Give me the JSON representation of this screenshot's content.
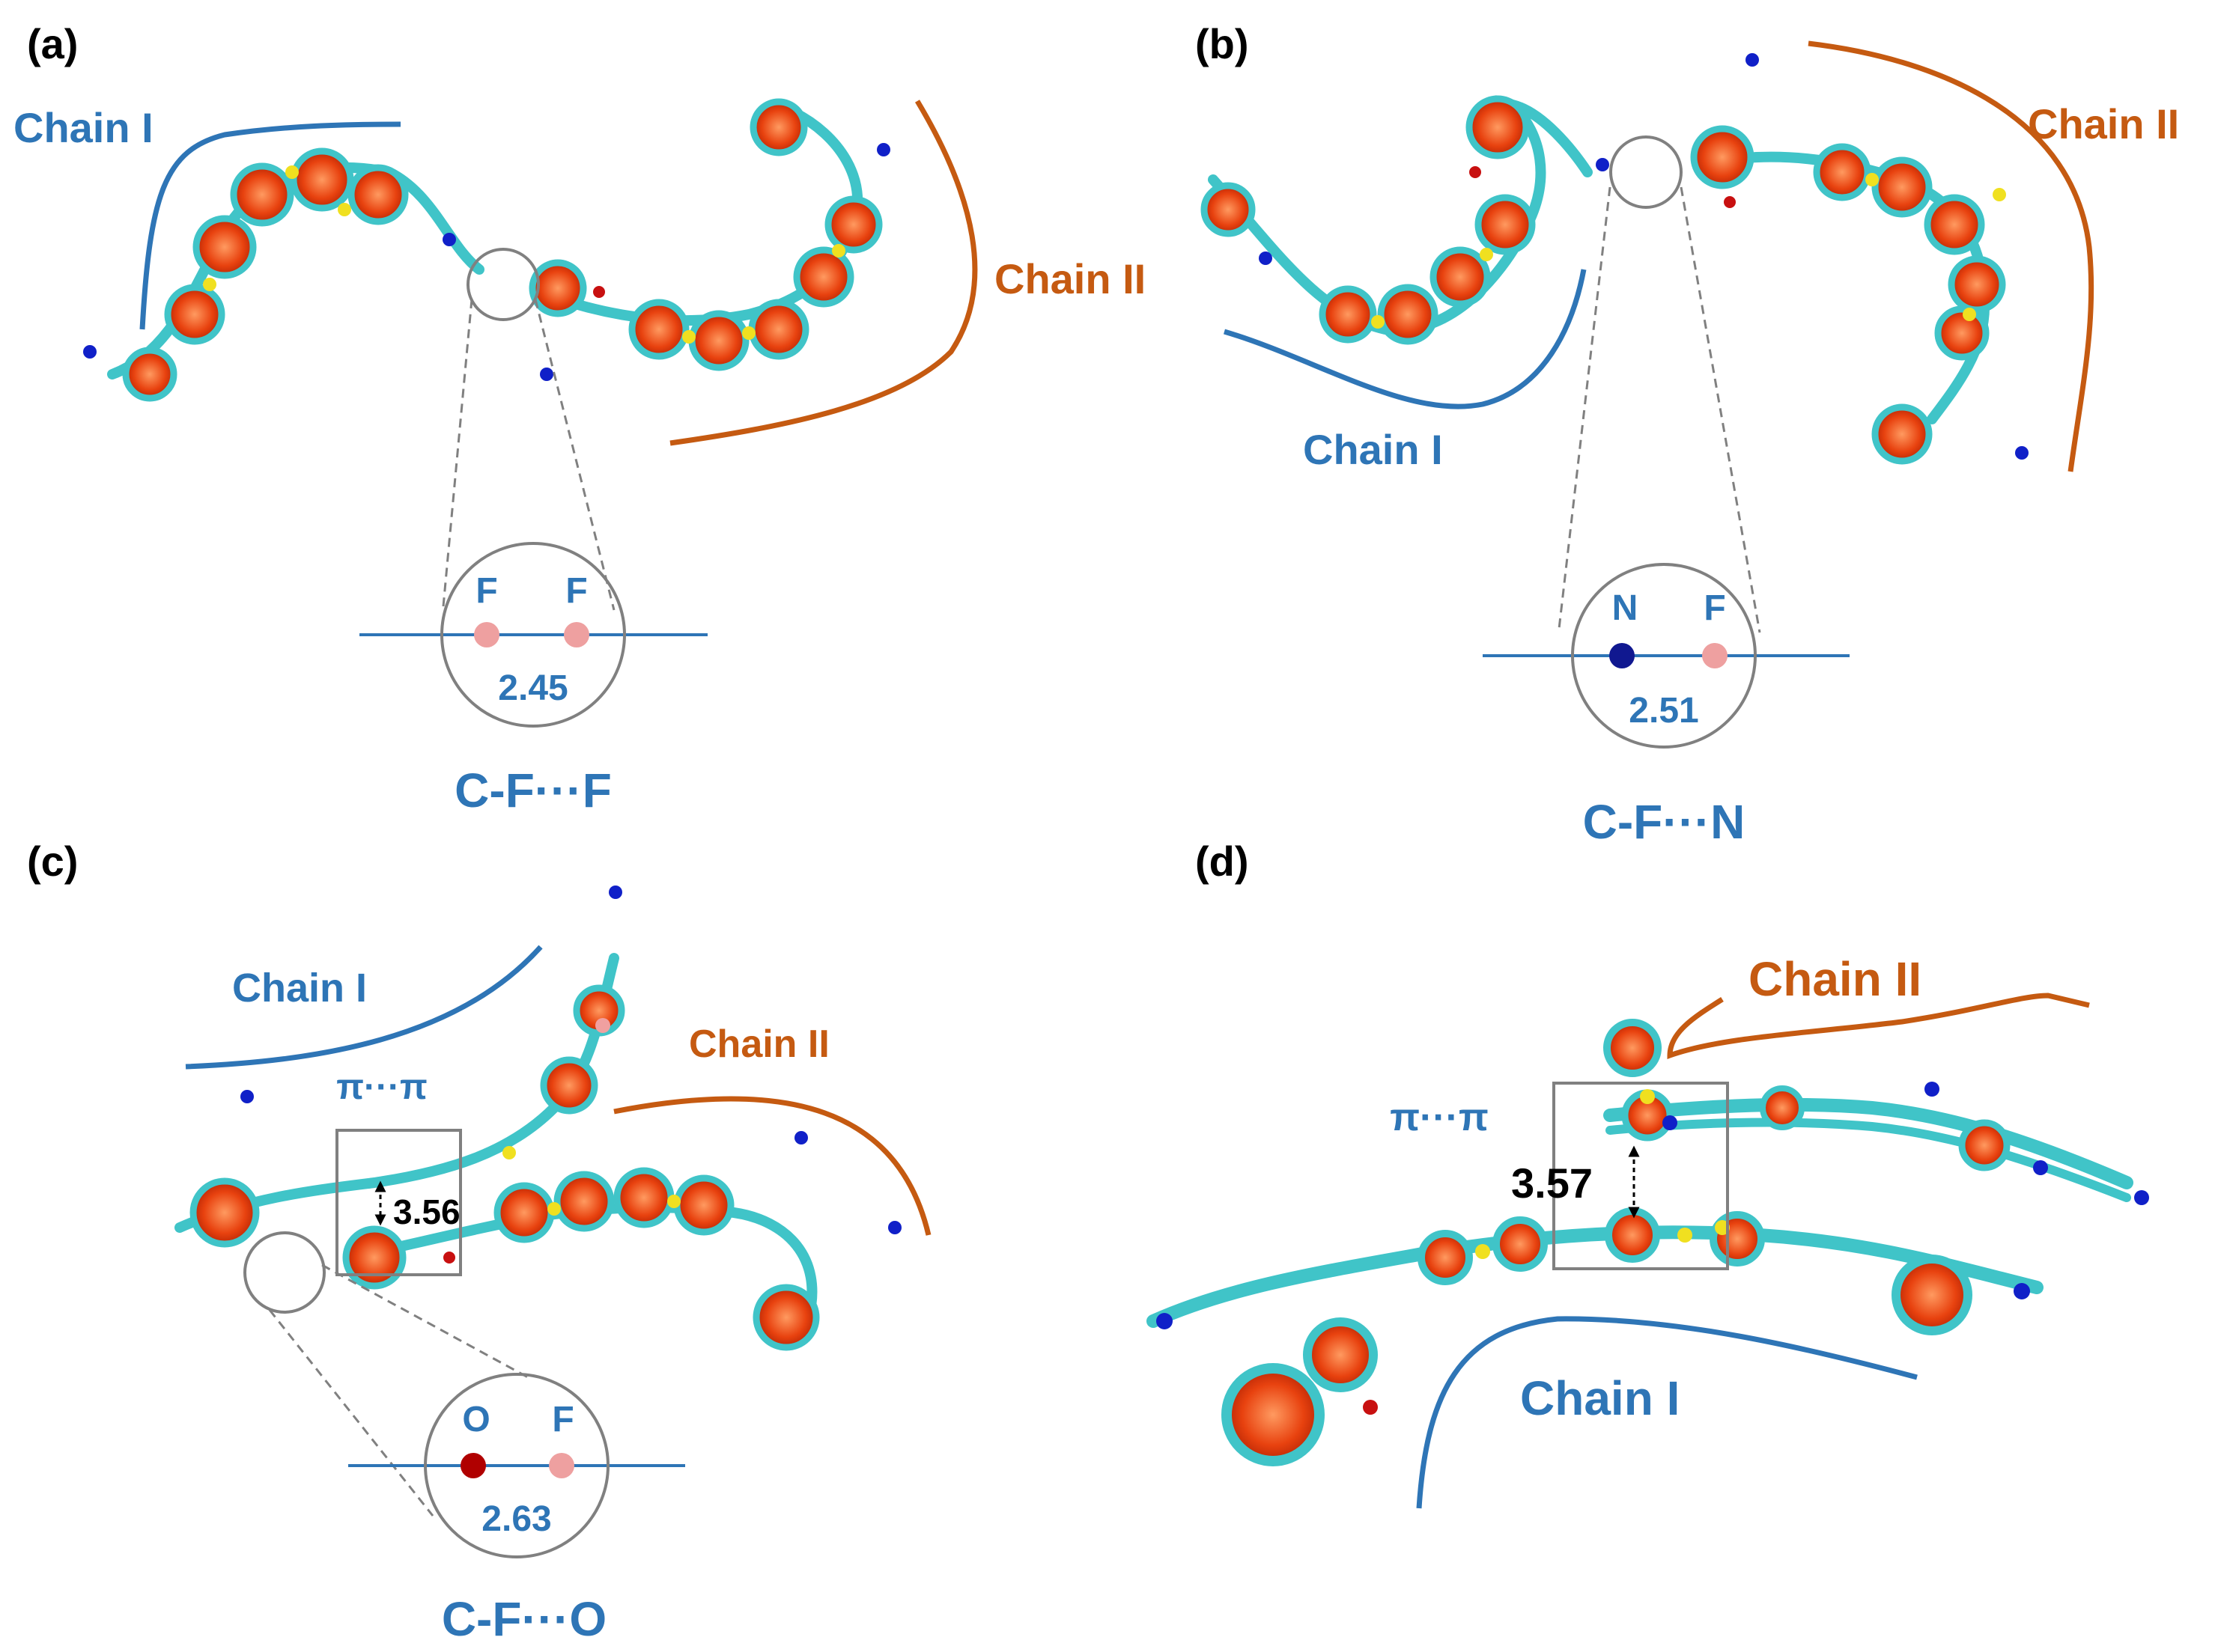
{
  "colors": {
    "chain_i": "#2e75b6",
    "chain_ii": "#c55a11",
    "carbon": "#40c4c8",
    "ring_fill": "#e8420f",
    "sulfur": "#f0e020",
    "nitrogen": "#1020c8",
    "oxygen": "#c81010",
    "fluorine": "#f0a0a0",
    "hydrogen": "#f0f0f0",
    "guide_gray": "#808080"
  },
  "panels": [
    {
      "label": "(a)",
      "chain_i_label": "Chain I",
      "chain_ii_label": "Chain II",
      "inset": {
        "atom_left": "F",
        "atom_right": "F",
        "distance": "2.45"
      },
      "interaction": "C-F···F"
    },
    {
      "label": "(b)",
      "chain_i_label": "Chain I",
      "chain_ii_label": "Chain II",
      "inset": {
        "atom_left": "N",
        "atom_right": "F",
        "distance": "2.51"
      },
      "interaction": "C-F···N"
    },
    {
      "label": "(c)",
      "chain_i_label": "Chain I",
      "chain_ii_label": "Chain II",
      "stacking_label": "π···π",
      "stacking_distance": "3.56",
      "inset": {
        "atom_left": "O",
        "atom_right": "F",
        "distance": "2.63"
      },
      "interaction": "C-F···O"
    },
    {
      "label": "(d)",
      "chain_i_label": "Chain I",
      "chain_ii_label": "Chain II",
      "stacking_label": "π···π",
      "stacking_distance": "3.57"
    }
  ]
}
